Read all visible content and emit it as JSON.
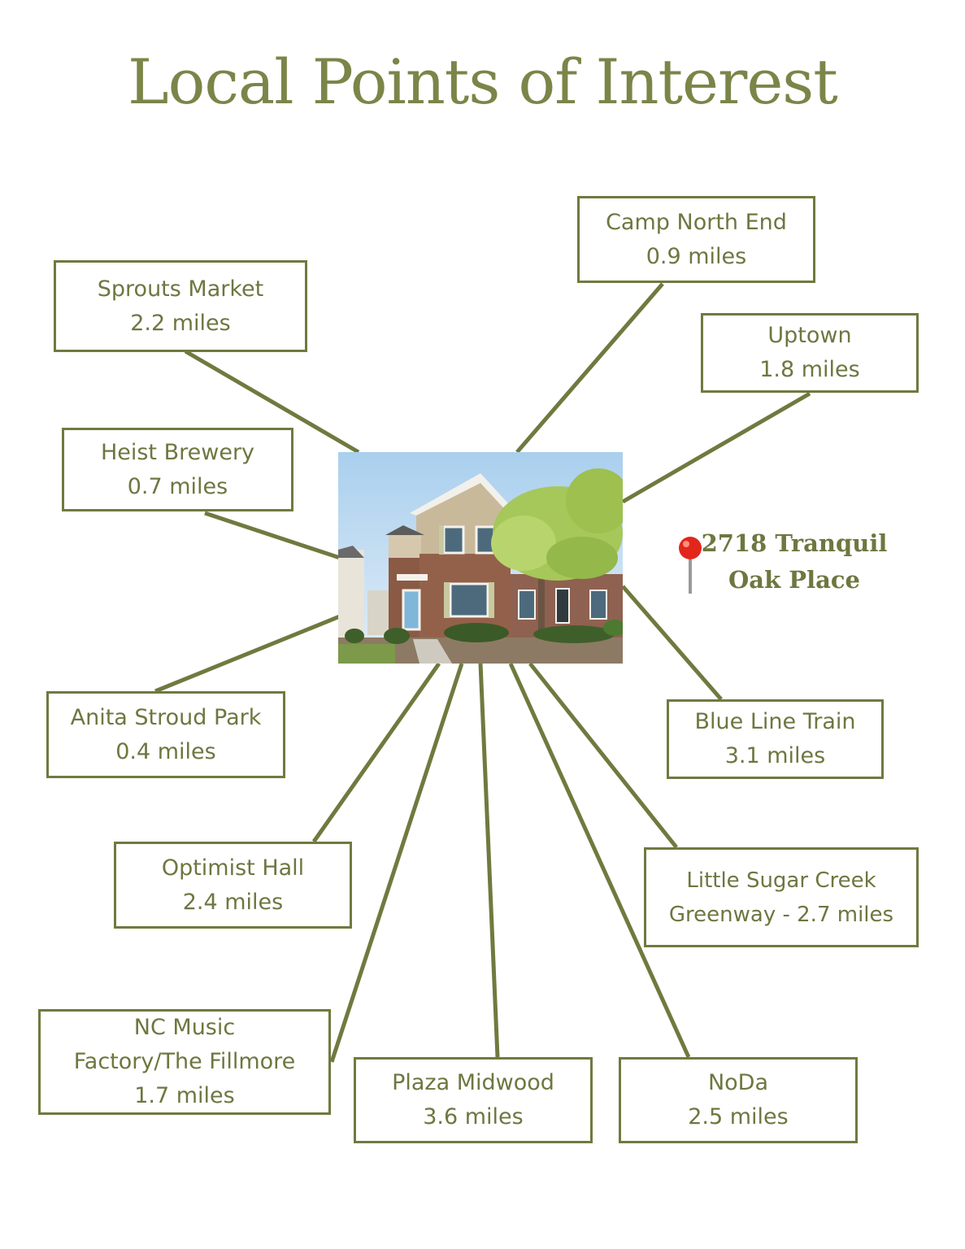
{
  "title": "Local Points of Interest",
  "address": {
    "line1": "2718 Tranquil",
    "line2": "Oak Place"
  },
  "house_photo": {
    "icon": "house-photo"
  },
  "pin": {
    "icon": "map-pin-icon",
    "color": "#e3261b"
  },
  "colors": {
    "accent": "#6f7a3f",
    "text": "#6d7740",
    "title": "#7a8548"
  },
  "points_of_interest": [
    {
      "id": "camp-north-end",
      "lines": [
        "Camp North End",
        "0.9 miles"
      ]
    },
    {
      "id": "sprouts-market",
      "lines": [
        "Sprouts Market",
        "2.2 miles"
      ]
    },
    {
      "id": "uptown",
      "lines": [
        "Uptown",
        "1.8 miles"
      ]
    },
    {
      "id": "heist-brewery",
      "lines": [
        "Heist Brewery",
        "0.7 miles"
      ]
    },
    {
      "id": "anita-stroud-park",
      "lines": [
        "Anita Stroud Park",
        "0.4 miles"
      ]
    },
    {
      "id": "blue-line-train",
      "lines": [
        "Blue Line Train",
        "3.1 miles"
      ]
    },
    {
      "id": "optimist-hall",
      "lines": [
        "Optimist Hall",
        "2.4 miles"
      ]
    },
    {
      "id": "little-sugar-creek",
      "lines": [
        "Little Sugar Creek",
        "Greenway - 2.7 miles"
      ]
    },
    {
      "id": "nc-music-factory",
      "lines": [
        "NC Music",
        "Factory/The Fillmore",
        "1.7 miles"
      ]
    },
    {
      "id": "plaza-midwood",
      "lines": [
        "Plaza Midwood",
        "3.6 miles"
      ]
    },
    {
      "id": "noda",
      "lines": [
        "NoDa",
        "2.5 miles"
      ]
    }
  ]
}
